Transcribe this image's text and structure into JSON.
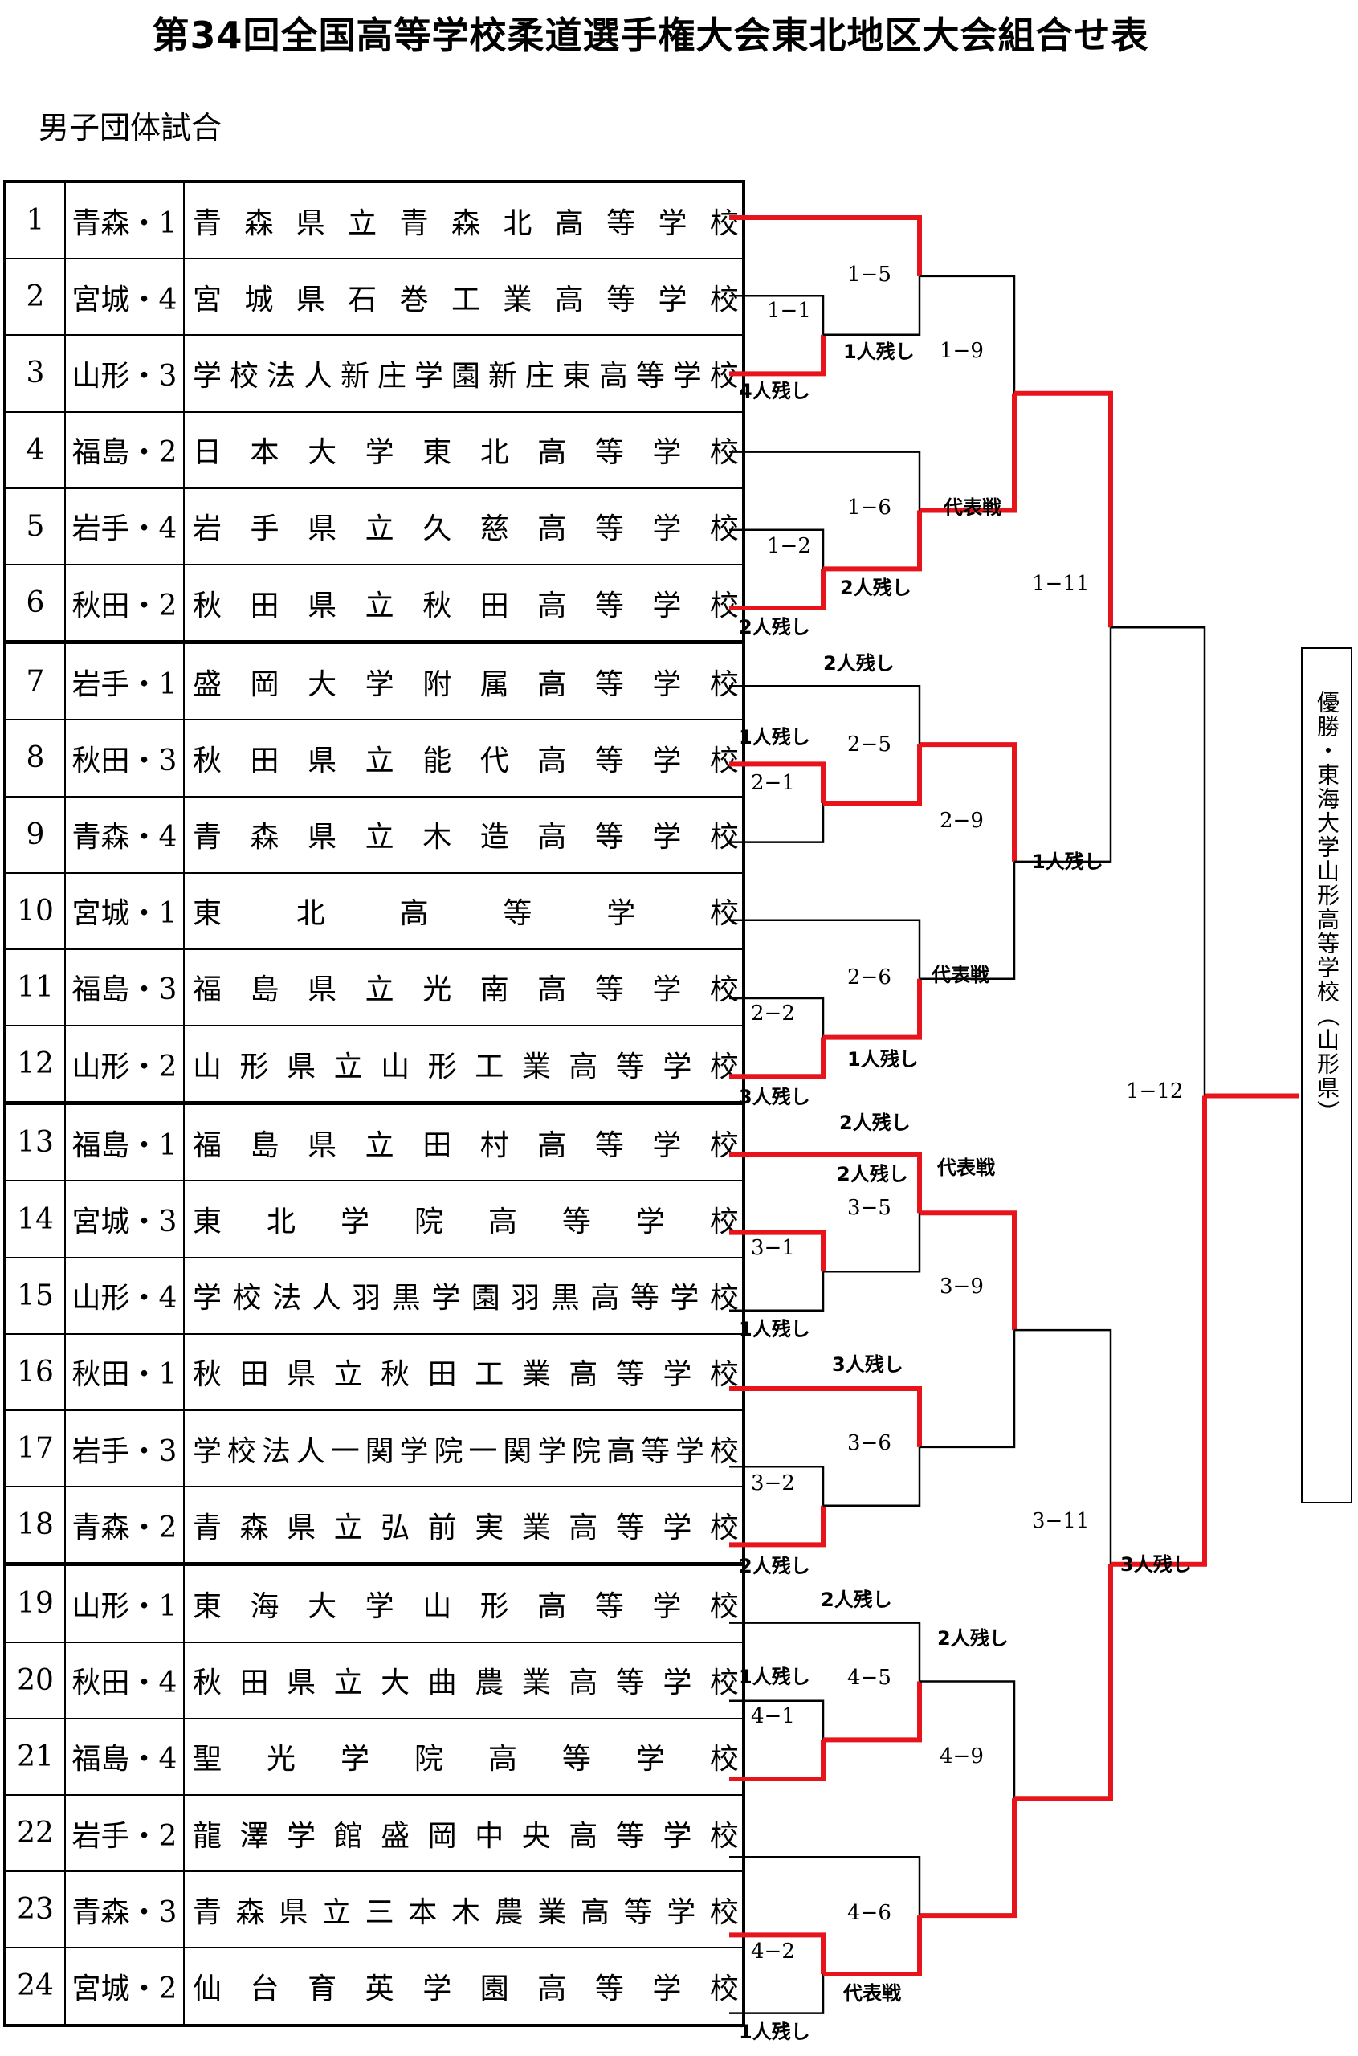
{
  "title": "第34回全国高等学校柔道選手権大会東北地区大会組合せ表",
  "subtitle": "男子団体試合",
  "entries": [
    {
      "no": "1",
      "pref": "青森・1",
      "school": "青森県立青森北高等学校"
    },
    {
      "no": "2",
      "pref": "宮城・4",
      "school": "宮城県石巻工業高等学校"
    },
    {
      "no": "3",
      "pref": "山形・3",
      "school": "学校法人新庄学園新庄東高等学校"
    },
    {
      "no": "4",
      "pref": "福島・2",
      "school": "日本大学東北高等学校"
    },
    {
      "no": "5",
      "pref": "岩手・4",
      "school": "岩手県立久慈高等学校"
    },
    {
      "no": "6",
      "pref": "秋田・2",
      "school": "秋田県立秋田高等学校"
    },
    {
      "no": "7",
      "pref": "岩手・1",
      "school": "盛岡大学附属高等学校"
    },
    {
      "no": "8",
      "pref": "秋田・3",
      "school": "秋田県立能代高等学校"
    },
    {
      "no": "9",
      "pref": "青森・4",
      "school": "青森県立木造高等学校"
    },
    {
      "no": "10",
      "pref": "宮城・1",
      "school": "東北高等学校"
    },
    {
      "no": "11",
      "pref": "福島・3",
      "school": "福島県立光南高等学校"
    },
    {
      "no": "12",
      "pref": "山形・2",
      "school": "山形県立山形工業高等学校"
    },
    {
      "no": "13",
      "pref": "福島・1",
      "school": "福島県立田村高等学校"
    },
    {
      "no": "14",
      "pref": "宮城・3",
      "school": "東北学院高等学校"
    },
    {
      "no": "15",
      "pref": "山形・4",
      "school": "学校法人羽黒学園羽黒高等学校"
    },
    {
      "no": "16",
      "pref": "秋田・1",
      "school": "秋田県立秋田工業高等学校"
    },
    {
      "no": "17",
      "pref": "岩手・3",
      "school": "学校法人一関学院一関学院高等学校"
    },
    {
      "no": "18",
      "pref": "青森・2",
      "school": "青森県立弘前実業高等学校"
    },
    {
      "no": "19",
      "pref": "山形・1",
      "school": "東海大学山形高等学校"
    },
    {
      "no": "20",
      "pref": "秋田・4",
      "school": "秋田県立大曲農業高等学校"
    },
    {
      "no": "21",
      "pref": "福島・4",
      "school": "聖光学院高等学校"
    },
    {
      "no": "22",
      "pref": "岩手・2",
      "school": "龍澤学館盛岡中央高等学校"
    },
    {
      "no": "23",
      "pref": "青森・3",
      "school": "青森県立三本木農業高等学校"
    },
    {
      "no": "24",
      "pref": "宮城・2",
      "school": "仙台育英学園高等学校"
    }
  ],
  "match_labels": [
    "1−1",
    "1−5",
    "1−9",
    "1−2",
    "1−6",
    "1−11",
    "2−1",
    "2−5",
    "2−9",
    "2−2",
    "2−6",
    "1−12",
    "3−1",
    "3−5",
    "3−9",
    "3−2",
    "3−6",
    "3−11",
    "4−1",
    "4−5",
    "4−9",
    "4−2",
    "4−6"
  ],
  "results": [
    "4人残し",
    "1人残し",
    "2人残し",
    "2人残し",
    "代表戦",
    "2人残し",
    "1人残し",
    "1人残し",
    "3人残し",
    "1人残し",
    "代表戦",
    "2人残し",
    "1人残し",
    "代表戦",
    "3人残し",
    "2人残し",
    "2人残し",
    "1人残し",
    "2人残し",
    "2人残し",
    "代表戦",
    "1人残し",
    "3人残し"
  ],
  "winner": "優勝・東海大学山形高等学校（山形県）",
  "colors": {
    "win_line": "#e8141c",
    "line": "#000000"
  }
}
